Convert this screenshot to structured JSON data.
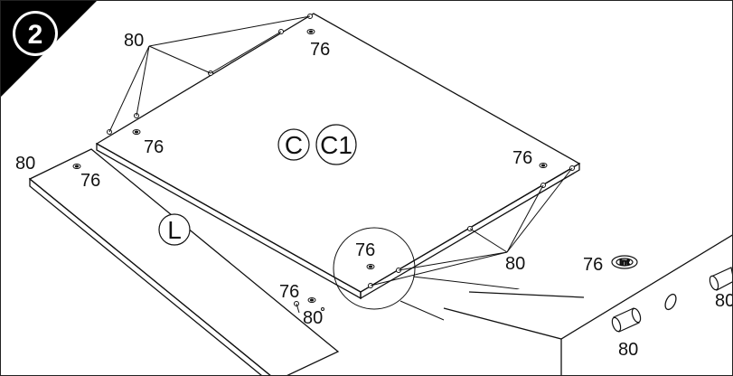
{
  "step": {
    "number": "2"
  },
  "parts": {
    "panel_main": "C",
    "panel_main_alt": "C1",
    "panel_left": "L"
  },
  "callouts": {
    "part_76": "76",
    "part_80": "80"
  },
  "detail": {
    "part_76": "76",
    "part_80": "80"
  },
  "colors": {
    "ink": "#111111",
    "paper": "#ffffff",
    "badge": "#000000"
  },
  "icons": {
    "dowel": "dowel-icon",
    "cam_lock": "cam-lock-icon"
  }
}
